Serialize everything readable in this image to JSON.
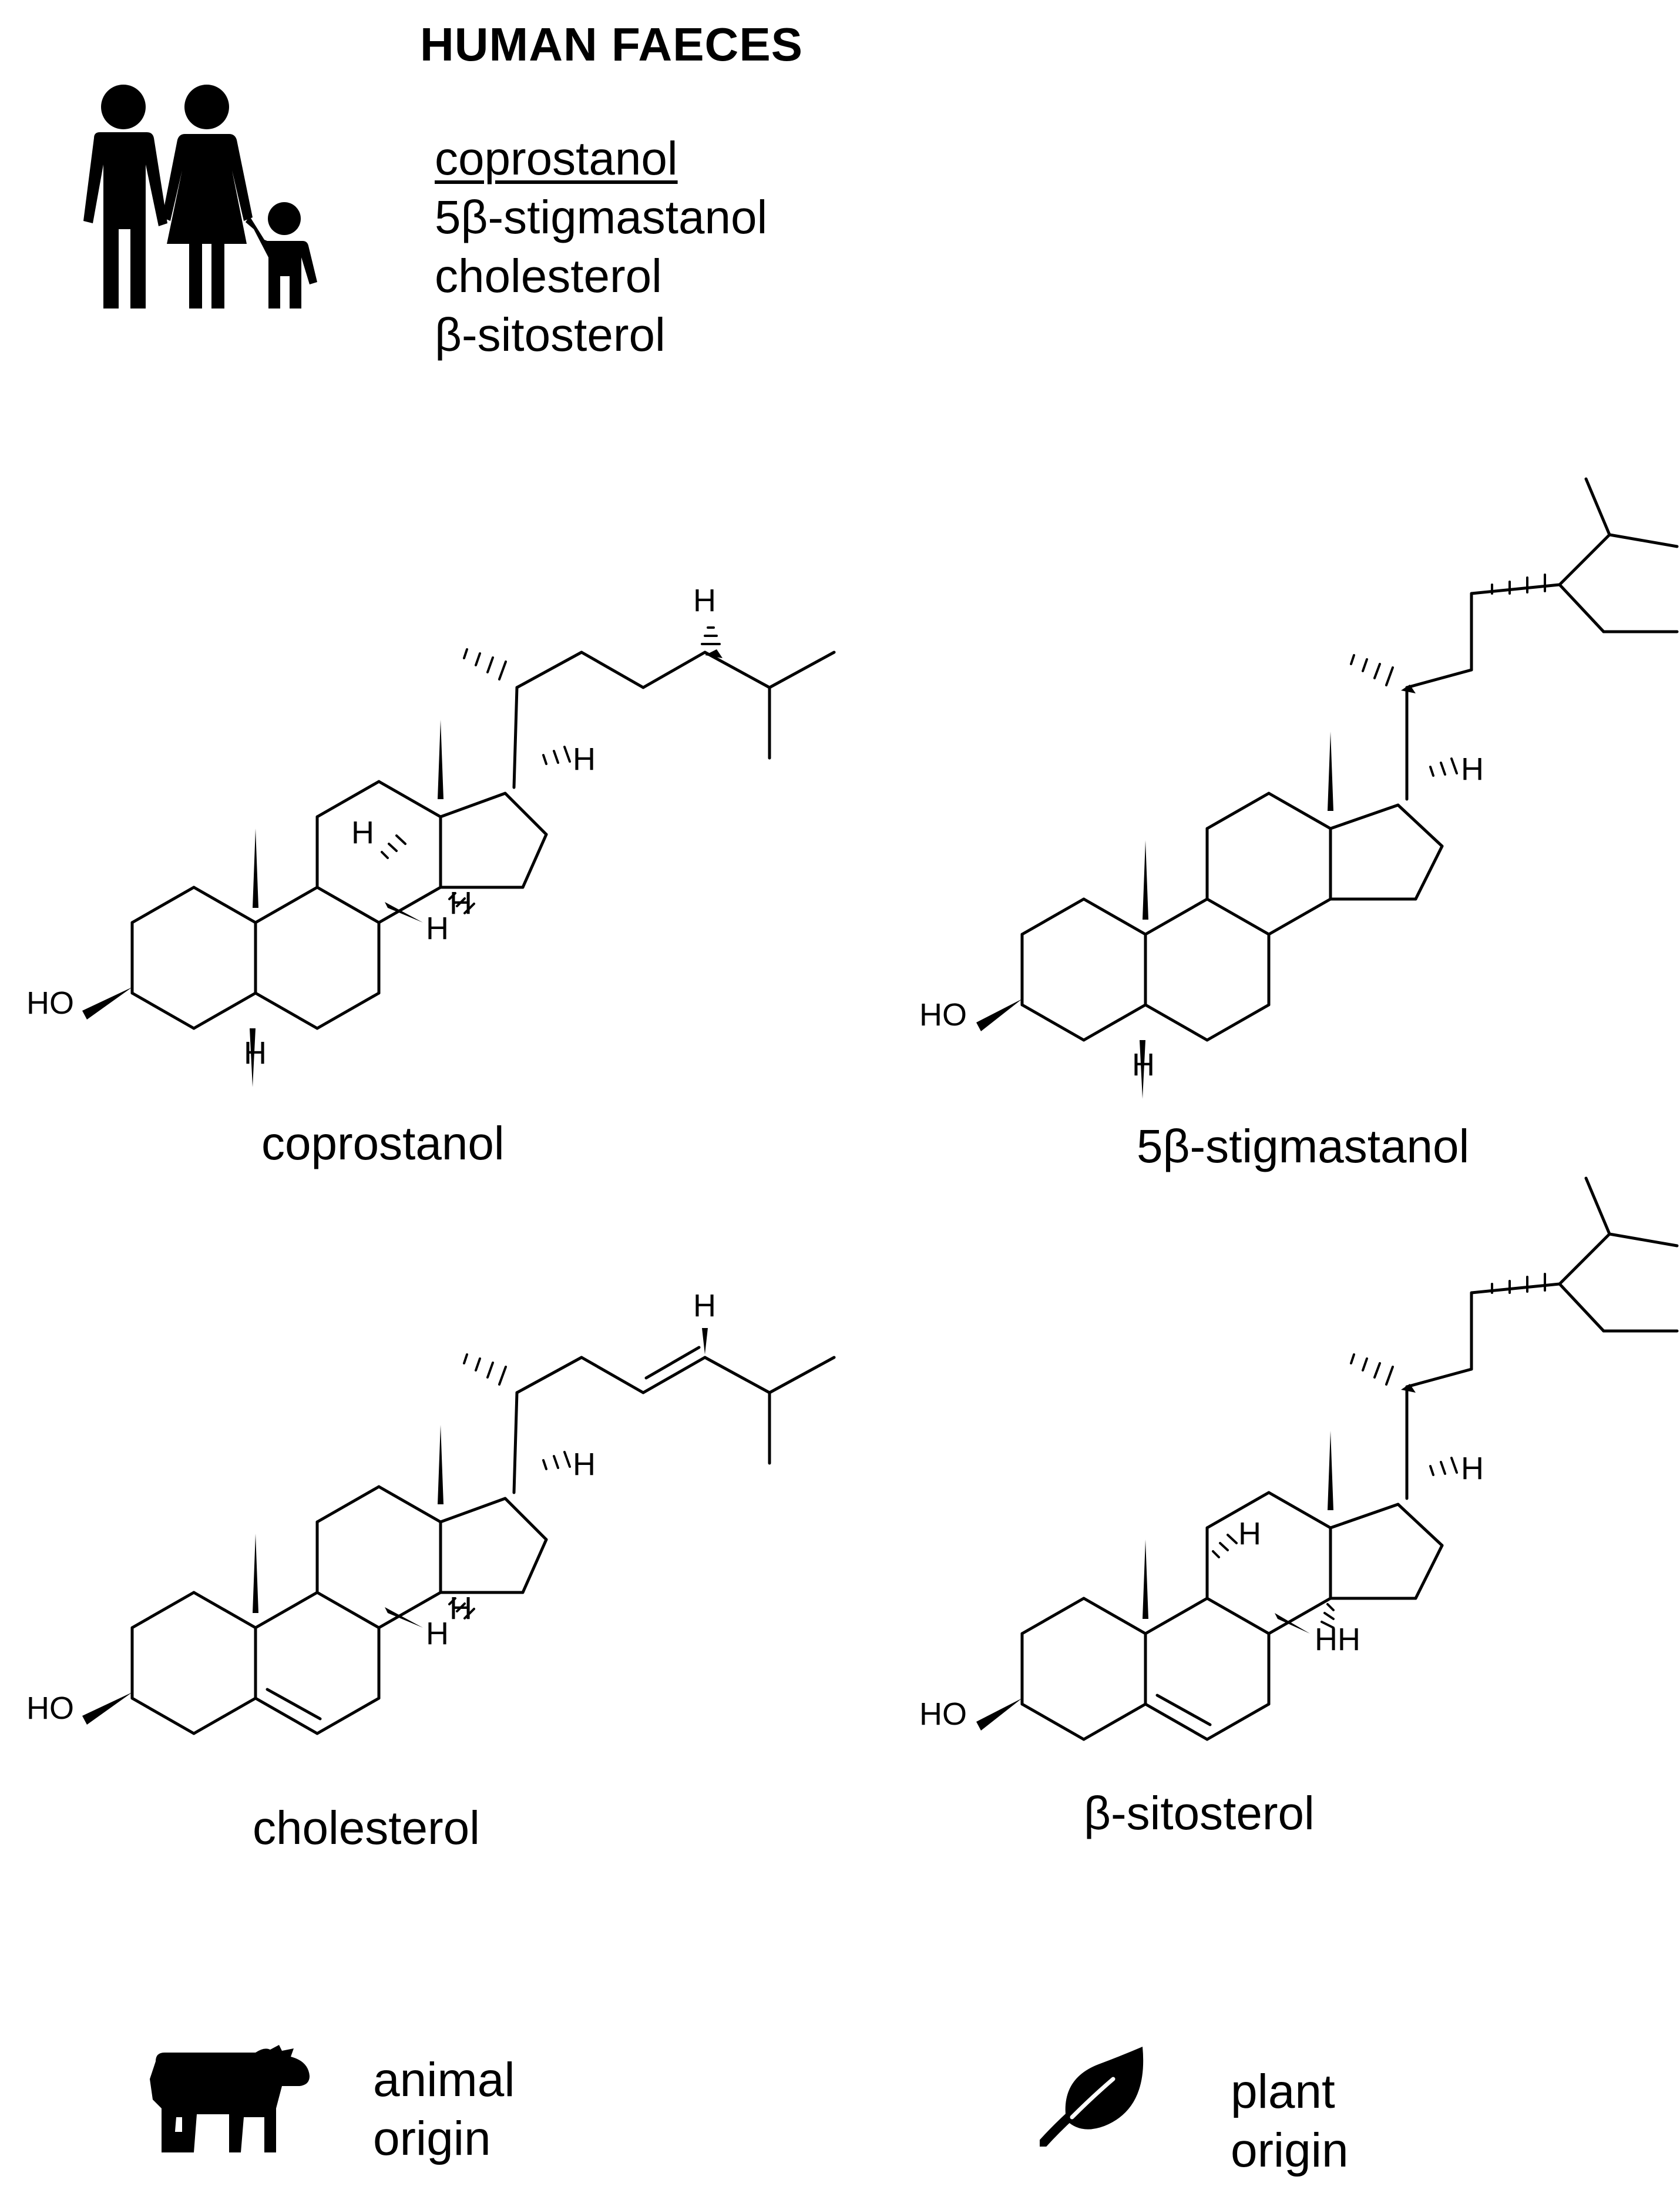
{
  "title": "HUMAN FAECES",
  "compound_list": [
    "coprostanol",
    "5β-stigmastanol",
    "cholesterol",
    "β-sitosterol"
  ],
  "structures": {
    "coprostanol": "coprostanol",
    "stigmastanol": "5β-stigmastanol",
    "cholesterol": "cholesterol",
    "sitosterol": "β-sitosterol"
  },
  "atom_labels": {
    "hydroxyl": "HO",
    "hydrogen": "H",
    "hydrogen_pair": "HH"
  },
  "legend": {
    "animal": {
      "line1": "animal",
      "line2": "origin",
      "icon": "cow-icon"
    },
    "plant": {
      "line1": "plant",
      "line2": "origin",
      "icon": "leaf-icon"
    }
  },
  "header_icon": "family-icon"
}
